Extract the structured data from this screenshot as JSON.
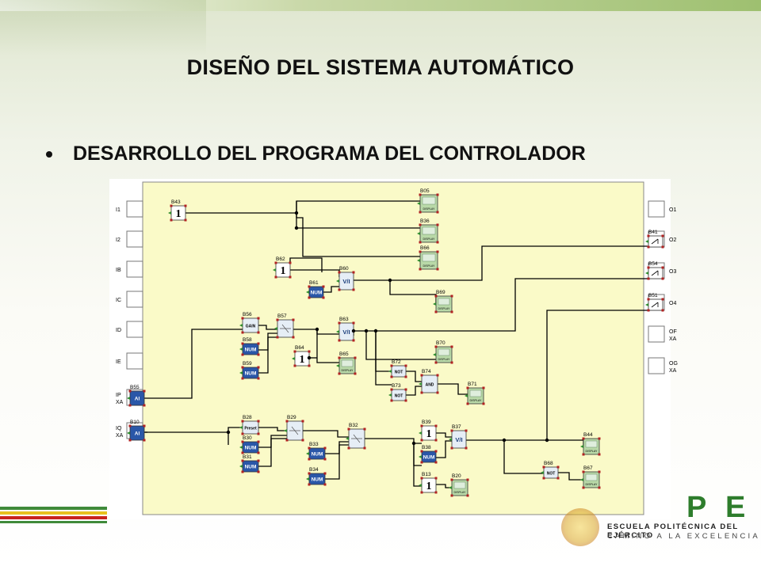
{
  "title": "DISEÑO DEL SISTEMA AUTOMÁTICO",
  "bullet": "DESARROLLO DEL PROGRAMA DEL CONTROLADOR",
  "logo": {
    "letter_p": "P",
    "letter_e": "E",
    "line1": "ESCUELA POLITÉCNICA DEL EJÉRCITO",
    "line2": "CAMINO A LA EXCELENCIA"
  },
  "colors": {
    "canvas": "#fafac8",
    "block_fill": "#e6eef6",
    "num_fill": "#2a57a8",
    "display_fill": "#b9d9a8",
    "terminal_dot": "#b22222",
    "pin": "#2e8b2e"
  },
  "diagram": {
    "inputs": [
      {
        "label": "I1"
      },
      {
        "label": "I2"
      },
      {
        "label": "IB"
      },
      {
        "label": "IC"
      },
      {
        "label": "ID"
      },
      {
        "label": "IE"
      },
      {
        "label": "IP",
        "sub": "XA"
      },
      {
        "label": "IQ",
        "sub": "XA"
      }
    ],
    "outputs": [
      {
        "label": "O1"
      },
      {
        "label": "O2"
      },
      {
        "label": "O3"
      },
      {
        "label": "O4"
      },
      {
        "label": "OF",
        "sub": "XA"
      },
      {
        "label": "OG",
        "sub": "XA"
      }
    ],
    "blocks": {
      "B43": {
        "name": "B43",
        "type": "ONE",
        "text": "1"
      },
      "B05": {
        "name": "B05",
        "type": "DISPLAY",
        "text": "DISPLAY"
      },
      "B36": {
        "name": "B36",
        "type": "DISPLAY",
        "text": "DISPLAY"
      },
      "B66": {
        "name": "B66",
        "type": "DISPLAY",
        "text": "DISPLAY"
      },
      "B62": {
        "name": "B62",
        "type": "ONE",
        "text": "1"
      },
      "B60": {
        "name": "B60",
        "type": "COMPARE",
        "text": "V/I"
      },
      "B61": {
        "name": "B61",
        "type": "NUM",
        "text": "NUM"
      },
      "B69": {
        "name": "B69",
        "type": "DISPLAY",
        "text": "DISPLAY"
      },
      "B56": {
        "name": "B56",
        "type": "GAIN",
        "text": "GAIN"
      },
      "B57": {
        "name": "B57",
        "type": "SWITCH",
        "text": ""
      },
      "B63": {
        "name": "B63",
        "type": "COMPARE",
        "text": "V/I"
      },
      "B58": {
        "name": "B58",
        "type": "NUM",
        "text": "NUM"
      },
      "B64": {
        "name": "B64",
        "type": "ONE",
        "text": "1"
      },
      "B70": {
        "name": "B70",
        "type": "DISPLAY",
        "text": "DISPLAY"
      },
      "B59": {
        "name": "B59",
        "type": "NUM",
        "text": "NUM"
      },
      "B65": {
        "name": "B65",
        "type": "DISPLAY",
        "text": "DISPLAY"
      },
      "B72": {
        "name": "B72",
        "type": "NOT",
        "text": "NOT"
      },
      "B74": {
        "name": "B74",
        "type": "AND",
        "text": "AND"
      },
      "B73": {
        "name": "B73",
        "type": "NOT",
        "text": "NOT"
      },
      "B71": {
        "name": "B71",
        "type": "DISPLAY",
        "text": "DISPLAY"
      },
      "B55": {
        "name": "B55",
        "type": "AI",
        "text": "AI"
      },
      "B10": {
        "name": "B10",
        "type": "AI",
        "text": "AI"
      },
      "B28": {
        "name": "B28",
        "type": "GAIN",
        "text": "Preset"
      },
      "B29": {
        "name": "B29",
        "type": "SWITCH",
        "text": ""
      },
      "B32": {
        "name": "B32",
        "type": "SWITCH",
        "text": ""
      },
      "B30": {
        "name": "B30",
        "type": "NUM",
        "text": "NUM"
      },
      "B31": {
        "name": "B31",
        "type": "NUM",
        "text": "NUM"
      },
      "B33": {
        "name": "B33",
        "type": "NUM",
        "text": "NUM"
      },
      "B34": {
        "name": "B34",
        "type": "NUM",
        "text": "NUM"
      },
      "B39": {
        "name": "B39",
        "type": "ONE",
        "text": "1"
      },
      "B37": {
        "name": "B37",
        "type": "COMPARE",
        "text": "V/I"
      },
      "B38": {
        "name": "B38",
        "type": "NUM",
        "text": "NUM"
      },
      "B13": {
        "name": "B13",
        "type": "ONE",
        "text": "1"
      },
      "B20": {
        "name": "B20",
        "type": "DISPLAY",
        "text": "DISPLAY"
      },
      "B44": {
        "name": "B44",
        "type": "DISPLAY",
        "text": "DISPLAY"
      },
      "B68": {
        "name": "B68",
        "type": "NOT",
        "text": "NOT"
      },
      "B67": {
        "name": "B67",
        "type": "DISPLAY",
        "text": "DISPLAY"
      },
      "B41": {
        "name": "B41",
        "type": "RELAY",
        "text": ""
      },
      "B54": {
        "name": "B54",
        "type": "RELAY",
        "text": ""
      },
      "B51": {
        "name": "B51",
        "type": "RELAY",
        "text": ""
      }
    }
  }
}
